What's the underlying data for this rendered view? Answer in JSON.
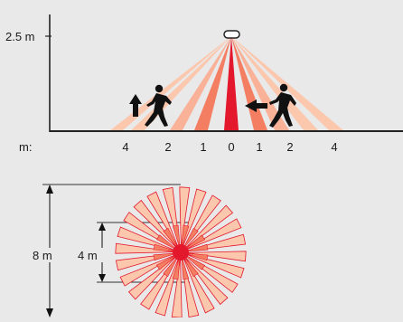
{
  "side_view": {
    "height_label": "2.5 m",
    "scale_label": "m:",
    "ticks": [
      "4",
      "2",
      "1",
      "0",
      "1",
      "2",
      "4"
    ]
  },
  "top_view": {
    "outer_label": "8 m",
    "inner_label": "4 m"
  },
  "colors": {
    "background": "#e9e9ea",
    "outer_zone": "#fbc7ad",
    "middle_zone": "#f47e62",
    "core_zone": "#e3182c"
  },
  "icons": [
    "ceiling-sensor-icon",
    "walking-person-icon",
    "arrow-up-icon",
    "arrow-left-icon"
  ]
}
